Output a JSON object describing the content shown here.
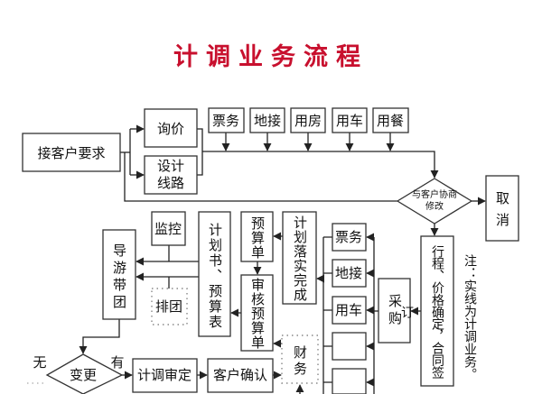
{
  "title": "计调业务流程",
  "nodes": {
    "receive": "接客户要求",
    "inquiry": "询价",
    "design": "设计线路",
    "top_row": [
      "票务",
      "地接",
      "用房",
      "用车",
      "用餐"
    ],
    "negotiate": "与客户协商修改",
    "cancel": "取消",
    "confirm": "行程、价格确定，合同签订",
    "purchase": "采购",
    "right_col": [
      "票务",
      "地接",
      "用车",
      "",
      ""
    ],
    "plan_done": "计划落实完成",
    "budget": "预算单",
    "review_budget": "审核预算单",
    "plan_book": "计划书、预算表",
    "monitor": "监控",
    "arrange": "排团",
    "guide": "导游带团",
    "change": "变更",
    "no": "无",
    "yes": "有",
    "approve": "计调审定",
    "customer_confirm": "客户确认",
    "finance": "财务"
  },
  "note": "注：实线为计调业务。",
  "colors": {
    "title": "#c8102e",
    "line": "#222222",
    "box": "#333333"
  }
}
